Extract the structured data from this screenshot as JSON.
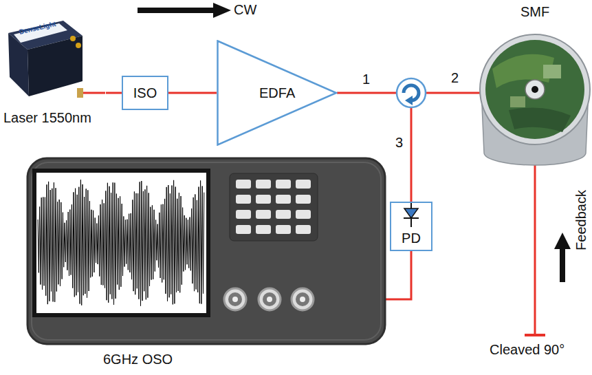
{
  "diagram": {
    "nodes": [
      {
        "text": [
          "Laser 1550nm"
        ]
      },
      {
        "text": [
          "ISO"
        ]
      },
      {
        "text": [
          "EDFA"
        ]
      },
      {
        "text": [
          "SMF"
        ]
      },
      {
        "text": [
          "PD"
        ]
      },
      {
        "text": [
          "6GHz OSO"
        ]
      }
    ],
    "edges": [
      {
        "from": 0,
        "to": 1,
        "arrow": "none"
      },
      {
        "from": 1,
        "to": 2,
        "arrow": "none"
      },
      {
        "from": 4,
        "to": 5,
        "arrow": "none"
      }
    ],
    "labels": [
      "CW",
      "DenseLight",
      "1",
      "2",
      "3",
      "Feedback",
      "Cleaved 90°"
    ]
  }
}
